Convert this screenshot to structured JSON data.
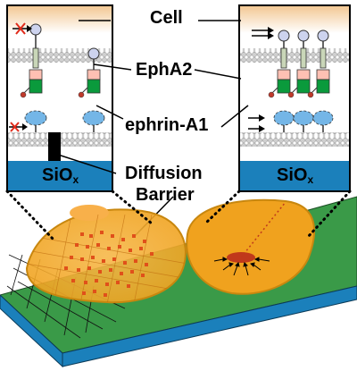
{
  "labels": {
    "cell": "Cell",
    "epha2": "EphA2",
    "ephrin": "ephrin-A1",
    "diffusion": "Diffusion",
    "barrier": "Barrier",
    "substrate_main": "SiO",
    "substrate_sub": "x"
  },
  "colors": {
    "cell_top": "#f4d3a8",
    "membrane": "#bdbdbd",
    "substrate_blue": "#1b80bb",
    "platform_green": "#3a9a48",
    "cell_orange": "#f7a21a",
    "receptor_pink": "#ffc0b3",
    "receptor_green": "#0a9a3c",
    "ligand_blue": "#74b6e7",
    "block_red": "#e02a1a",
    "barrier_black": "#000000"
  }
}
